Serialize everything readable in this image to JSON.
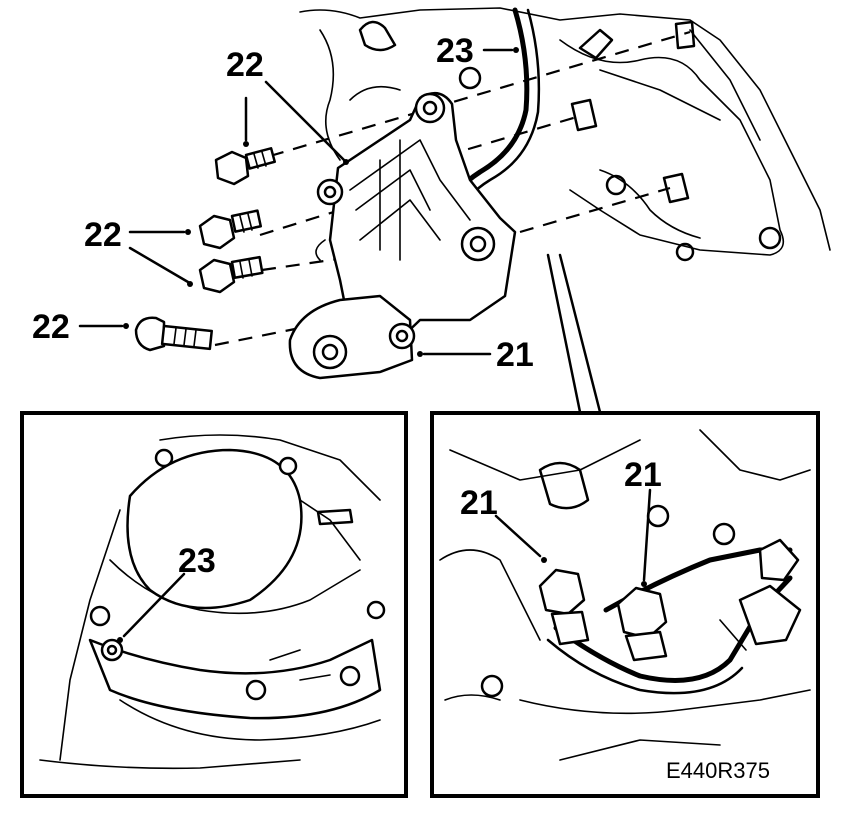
{
  "labels": {
    "l22a": "22",
    "l22b": "22",
    "l22c": "22",
    "l23_main": "23",
    "l21_main": "21",
    "l23_inset": "23",
    "l21_inset_a": "21",
    "l21_inset_b": "21"
  },
  "figure_code": "E440R375"
}
